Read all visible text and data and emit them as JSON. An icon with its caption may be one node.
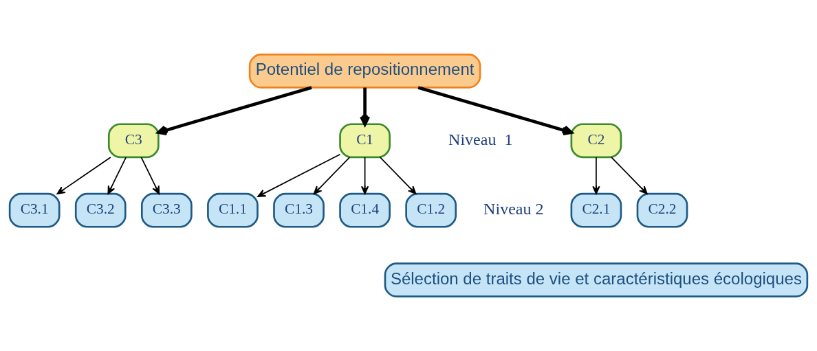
{
  "diagram": {
    "nodes": [
      {
        "text": [
          "Potentiel de repositionnement"
        ]
      },
      {
        "text": [
          "C1"
        ]
      },
      {
        "text": [
          "C2"
        ]
      },
      {
        "text": [
          "C3"
        ]
      },
      {
        "text": [
          "C1.1"
        ]
      },
      {
        "text": [
          "C1.2"
        ]
      },
      {
        "text": [
          "C1.3"
        ]
      },
      {
        "text": [
          "C1.4"
        ]
      },
      {
        "text": [
          "C2.1"
        ]
      },
      {
        "text": [
          "C2.2"
        ]
      },
      {
        "text": [
          "C3.1"
        ]
      },
      {
        "text": [
          "C3.2"
        ]
      },
      {
        "text": [
          "C3.3"
        ]
      },
      {
        "text": [
          "Sélection de traits de vie et caractéristiques écologiques"
        ]
      }
    ],
    "edges": [
      {
        "from": 0,
        "to": 1,
        "arrow": "to",
        "style": "thick"
      },
      {
        "from": 0,
        "to": 2,
        "arrow": "to",
        "style": "thick"
      },
      {
        "from": 0,
        "to": 3,
        "arrow": "to",
        "style": "thick"
      },
      {
        "from": 1,
        "to": 4,
        "arrow": "to"
      },
      {
        "from": 1,
        "to": 5,
        "arrow": "to"
      },
      {
        "from": 1,
        "to": 6,
        "arrow": "to"
      },
      {
        "from": 1,
        "to": 7,
        "arrow": "to"
      },
      {
        "from": 2,
        "to": 8,
        "arrow": "to"
      },
      {
        "from": 2,
        "to": 9,
        "arrow": "to"
      },
      {
        "from": 3,
        "to": 10,
        "arrow": "to"
      },
      {
        "from": 3,
        "to": 11,
        "arrow": "to"
      },
      {
        "from": 3,
        "to": 12,
        "arrow": "to"
      }
    ],
    "labels": [
      "Niveau  1",
      "Niveau 2"
    ]
  }
}
